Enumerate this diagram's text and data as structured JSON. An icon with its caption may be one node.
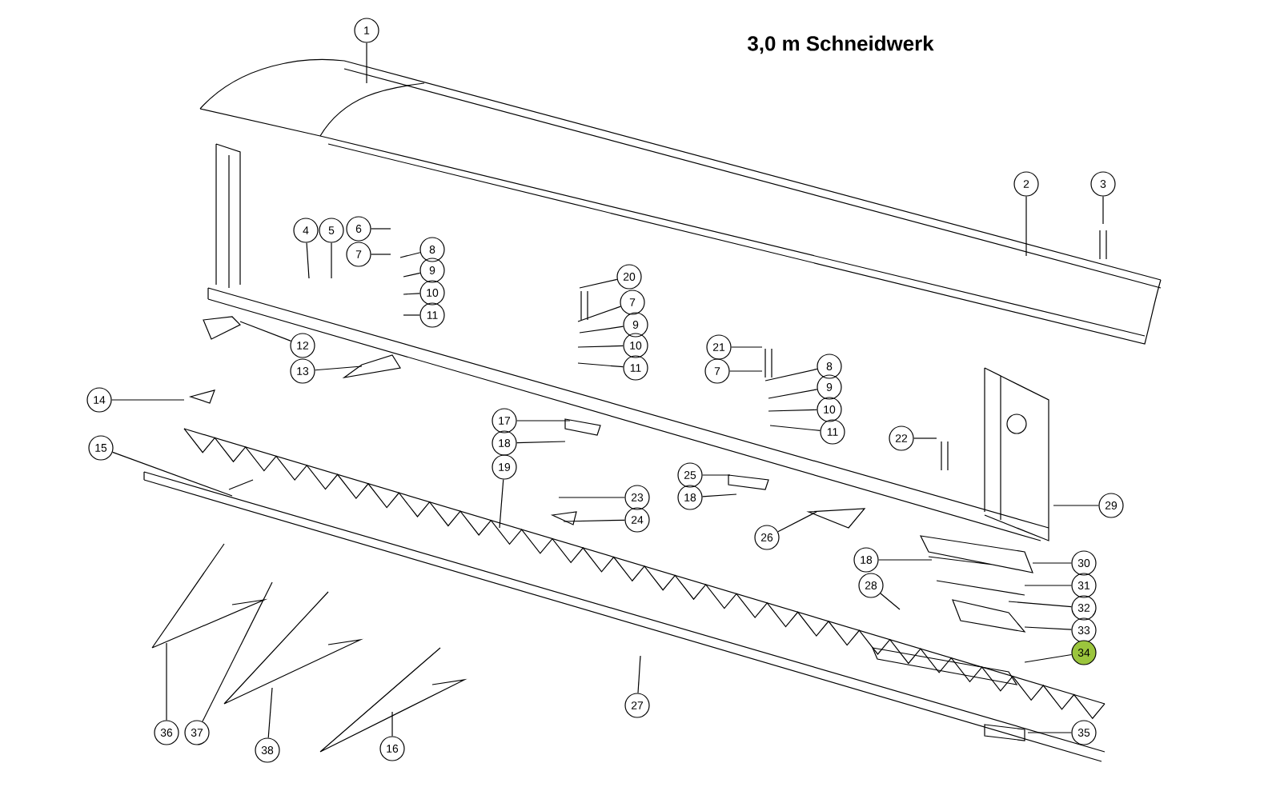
{
  "diagram": {
    "title": "3,0 m Schneidwerk",
    "nodes": [
      {
        "text": [
          "1"
        ]
      },
      {
        "text": [
          "2"
        ]
      },
      {
        "text": [
          "3"
        ]
      },
      {
        "text": [
          "4"
        ]
      },
      {
        "text": [
          "5"
        ]
      },
      {
        "text": [
          "6"
        ]
      },
      {
        "text": [
          "7"
        ]
      },
      {
        "text": [
          "8"
        ]
      },
      {
        "text": [
          "9"
        ]
      },
      {
        "text": [
          "10"
        ]
      },
      {
        "text": [
          "11"
        ]
      },
      {
        "text": [
          "12"
        ]
      },
      {
        "text": [
          "13"
        ]
      },
      {
        "text": [
          "20"
        ]
      },
      {
        "text": [
          "7"
        ]
      },
      {
        "text": [
          "9"
        ]
      },
      {
        "text": [
          "10"
        ]
      },
      {
        "text": [
          "11"
        ]
      },
      {
        "text": [
          "21"
        ]
      },
      {
        "text": [
          "7"
        ]
      },
      {
        "text": [
          "8"
        ]
      },
      {
        "text": [
          "9"
        ]
      },
      {
        "text": [
          "10"
        ]
      },
      {
        "text": [
          "11"
        ]
      },
      {
        "text": [
          "14"
        ]
      },
      {
        "text": [
          "15"
        ]
      },
      {
        "text": [
          "17"
        ]
      },
      {
        "text": [
          "18"
        ]
      },
      {
        "text": [
          "19"
        ]
      },
      {
        "text": [
          "23"
        ]
      },
      {
        "text": [
          "24"
        ]
      },
      {
        "text": [
          "25"
        ]
      },
      {
        "text": [
          "18"
        ]
      },
      {
        "text": [
          "26"
        ]
      },
      {
        "text": [
          "22"
        ]
      },
      {
        "text": [
          "29"
        ]
      },
      {
        "text": [
          "30"
        ]
      },
      {
        "text": [
          "31"
        ]
      },
      {
        "text": [
          "18"
        ]
      },
      {
        "text": [
          "32"
        ]
      },
      {
        "text": [
          "28"
        ]
      },
      {
        "text": [
          "33"
        ]
      },
      {
        "text": [
          "34"
        ]
      },
      {
        "text": [
          "35"
        ]
      },
      {
        "text": [
          "27"
        ]
      },
      {
        "text": [
          "36"
        ]
      },
      {
        "text": [
          "37"
        ]
      },
      {
        "text": [
          "38"
        ]
      },
      {
        "text": [
          "16"
        ]
      }
    ],
    "edges": [
      {
        "from": 0,
        "to": null,
        "arrow": "none"
      },
      {
        "from": 1,
        "to": null,
        "arrow": "none"
      },
      {
        "from": 2,
        "to": null,
        "arrow": "none"
      },
      {
        "from": 3,
        "to": null,
        "arrow": "none"
      },
      {
        "from": 4,
        "to": null,
        "arrow": "none"
      },
      {
        "from": 5,
        "to": null,
        "arrow": "none"
      },
      {
        "from": 6,
        "to": null,
        "arrow": "none"
      },
      {
        "from": 7,
        "to": null,
        "arrow": "none"
      },
      {
        "from": 8,
        "to": null,
        "arrow": "none"
      },
      {
        "from": 9,
        "to": null,
        "arrow": "none"
      },
      {
        "from": 10,
        "to": null,
        "arrow": "none"
      },
      {
        "from": 11,
        "to": null,
        "arrow": "none"
      },
      {
        "from": 12,
        "to": null,
        "arrow": "none"
      },
      {
        "from": 13,
        "to": null,
        "arrow": "none"
      },
      {
        "from": 14,
        "to": null,
        "arrow": "none"
      },
      {
        "from": 15,
        "to": null,
        "arrow": "none"
      },
      {
        "from": 16,
        "to": null,
        "arrow": "none"
      },
      {
        "from": 17,
        "to": null,
        "arrow": "none"
      },
      {
        "from": 18,
        "to": null,
        "arrow": "none"
      },
      {
        "from": 19,
        "to": null,
        "arrow": "none"
      },
      {
        "from": 20,
        "to": null,
        "arrow": "none"
      },
      {
        "from": 21,
        "to": null,
        "arrow": "none"
      },
      {
        "from": 22,
        "to": null,
        "arrow": "none"
      },
      {
        "from": 23,
        "to": null,
        "arrow": "none"
      },
      {
        "from": 24,
        "to": null,
        "arrow": "none"
      },
      {
        "from": 25,
        "to": null,
        "arrow": "none"
      },
      {
        "from": 26,
        "to": null,
        "arrow": "none"
      },
      {
        "from": 27,
        "to": null,
        "arrow": "none"
      },
      {
        "from": 28,
        "to": null,
        "arrow": "none"
      },
      {
        "from": 29,
        "to": null,
        "arrow": "none"
      },
      {
        "from": 30,
        "to": null,
        "arrow": "none"
      },
      {
        "from": 31,
        "to": null,
        "arrow": "none"
      },
      {
        "from": 32,
        "to": null,
        "arrow": "none"
      },
      {
        "from": 33,
        "to": null,
        "arrow": "none"
      },
      {
        "from": 34,
        "to": null,
        "arrow": "none"
      },
      {
        "from": 35,
        "to": null,
        "arrow": "none"
      },
      {
        "from": 36,
        "to": null,
        "arrow": "none"
      },
      {
        "from": 37,
        "to": null,
        "arrow": "none"
      },
      {
        "from": 38,
        "to": null,
        "arrow": "none"
      },
      {
        "from": 39,
        "to": null,
        "arrow": "none"
      },
      {
        "from": 40,
        "to": null,
        "arrow": "none"
      },
      {
        "from": 41,
        "to": null,
        "arrow": "none"
      },
      {
        "from": 42,
        "to": null,
        "arrow": "none"
      },
      {
        "from": 43,
        "to": null,
        "arrow": "none"
      },
      {
        "from": 44,
        "to": null,
        "arrow": "none"
      },
      {
        "from": 45,
        "to": null,
        "arrow": "none"
      },
      {
        "from": 46,
        "to": null,
        "arrow": "none"
      },
      {
        "from": 47,
        "to": null,
        "arrow": "none"
      },
      {
        "from": 48,
        "to": null,
        "arrow": "none"
      }
    ]
  }
}
